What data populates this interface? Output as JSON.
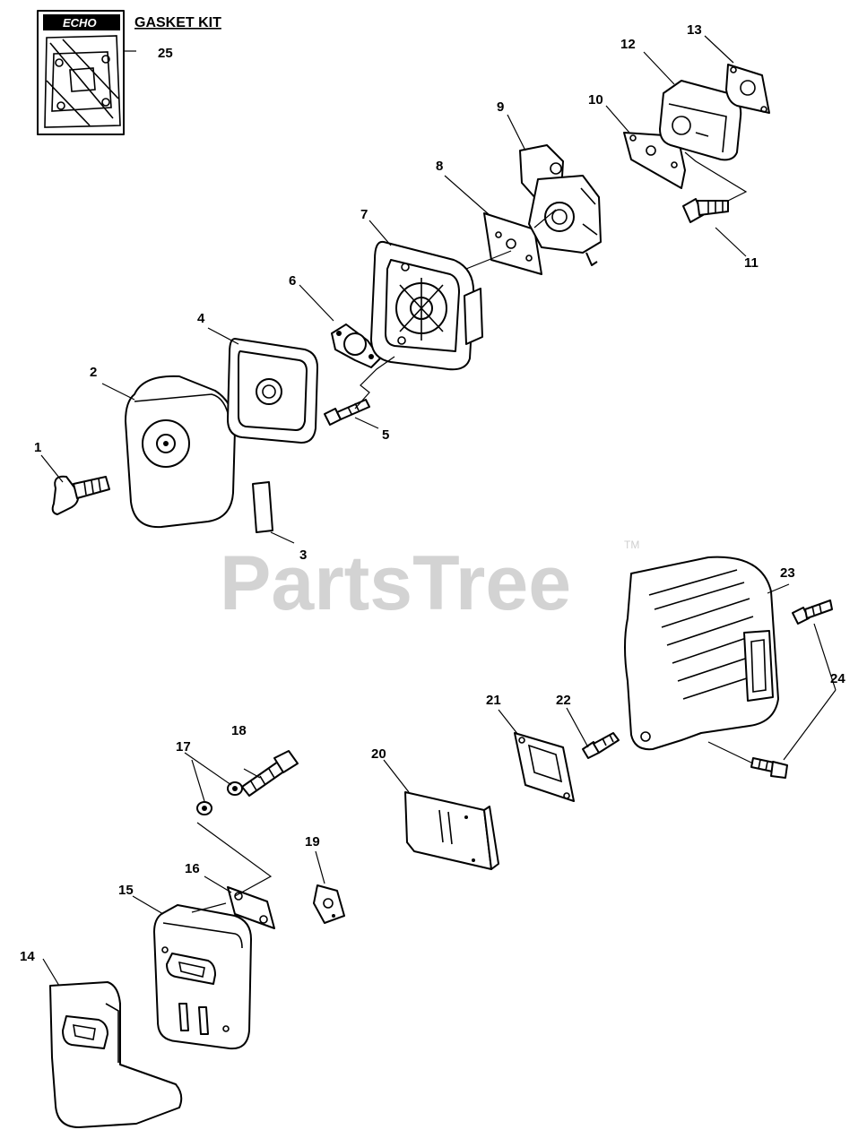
{
  "kit": {
    "brand": "ECHO",
    "title": "GASKET KIT"
  },
  "watermark": {
    "text": "PartsTree",
    "trademark": "TM"
  },
  "callouts": [
    "1",
    "2",
    "3",
    "4",
    "5",
    "6",
    "7",
    "8",
    "9",
    "10",
    "11",
    "12",
    "13",
    "14",
    "15",
    "16",
    "17",
    "18",
    "19",
    "20",
    "21",
    "22",
    "23",
    "24",
    "25"
  ],
  "colors": {
    "line": "#000000",
    "background": "#ffffff",
    "watermark": "#d3d3d3"
  }
}
